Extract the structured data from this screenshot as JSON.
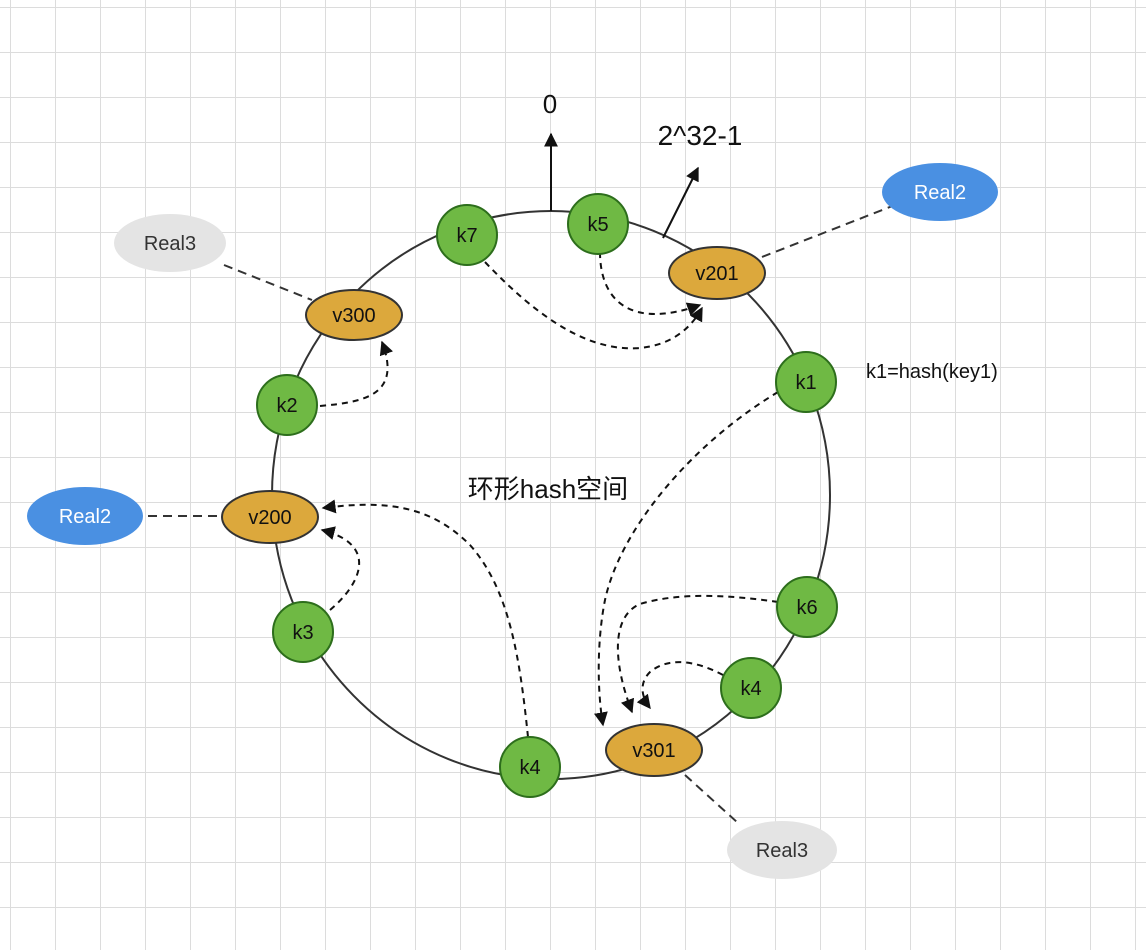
{
  "center_label": "环形hash空间",
  "zero_label": "0",
  "max_label": "2^32-1",
  "formula_label": "k1=hash(key1)",
  "colors": {
    "key_fill": "#6fb944",
    "key_stroke": "#2d6e1c",
    "vnode_fill": "#dca83c",
    "vnode_stroke": "#333333",
    "real2_fill": "#4a90e2",
    "real3_fill": "#e4e4e4"
  },
  "keys": {
    "k7": "k7",
    "k5": "k5",
    "k1": "k1",
    "k2": "k2",
    "k3": "k3",
    "k6": "k6",
    "k4_right": "k4",
    "k4_bottom": "k4"
  },
  "vnodes": {
    "v300": "v300",
    "v201": "v201",
    "v200": "v200",
    "v301": "v301"
  },
  "reals": {
    "real3_top": "Real3",
    "real2_top": "Real2",
    "real2_left": "Real2",
    "real3_bottom": "Real3"
  }
}
